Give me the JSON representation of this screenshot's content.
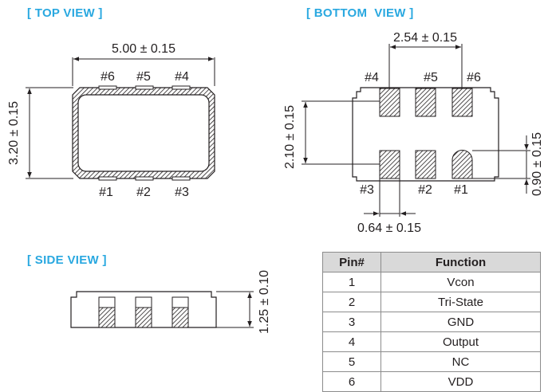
{
  "views": {
    "top_title": "[ TOP VIEW ]",
    "bottom_title": "[ BOTTOM  VIEW ]",
    "side_title": "[ SIDE VIEW ]"
  },
  "dimensions": {
    "length": "5.00 ± 0.15",
    "width": "3.20 ± 0.15",
    "pitch": "2.54 ± 0.15",
    "pad_span": "2.10 ± 0.15",
    "pad_height": "0.90 ± 0.15",
    "pad_width": "0.64 ± 0.15",
    "thickness": "1.25 ± 0.10"
  },
  "top_pins": {
    "upper": [
      "#6",
      "#5",
      "#4"
    ],
    "lower": [
      "#1",
      "#2",
      "#3"
    ]
  },
  "bottom_pins": {
    "upper": [
      "#4",
      "#5",
      "#6"
    ],
    "lower": [
      "#3",
      "#2",
      "#1"
    ]
  },
  "pin_table": {
    "headers": [
      "Pin#",
      "Function"
    ],
    "rows": [
      [
        "1",
        "Vcon"
      ],
      [
        "2",
        "Tri-State"
      ],
      [
        "3",
        "GND"
      ],
      [
        "4",
        "Output"
      ],
      [
        "5",
        "NC"
      ],
      [
        "6",
        "VDD"
      ]
    ]
  },
  "colors": {
    "heading": "#29a8e0",
    "table_header_bg": "#d9d9d9",
    "line": "#231f20"
  }
}
